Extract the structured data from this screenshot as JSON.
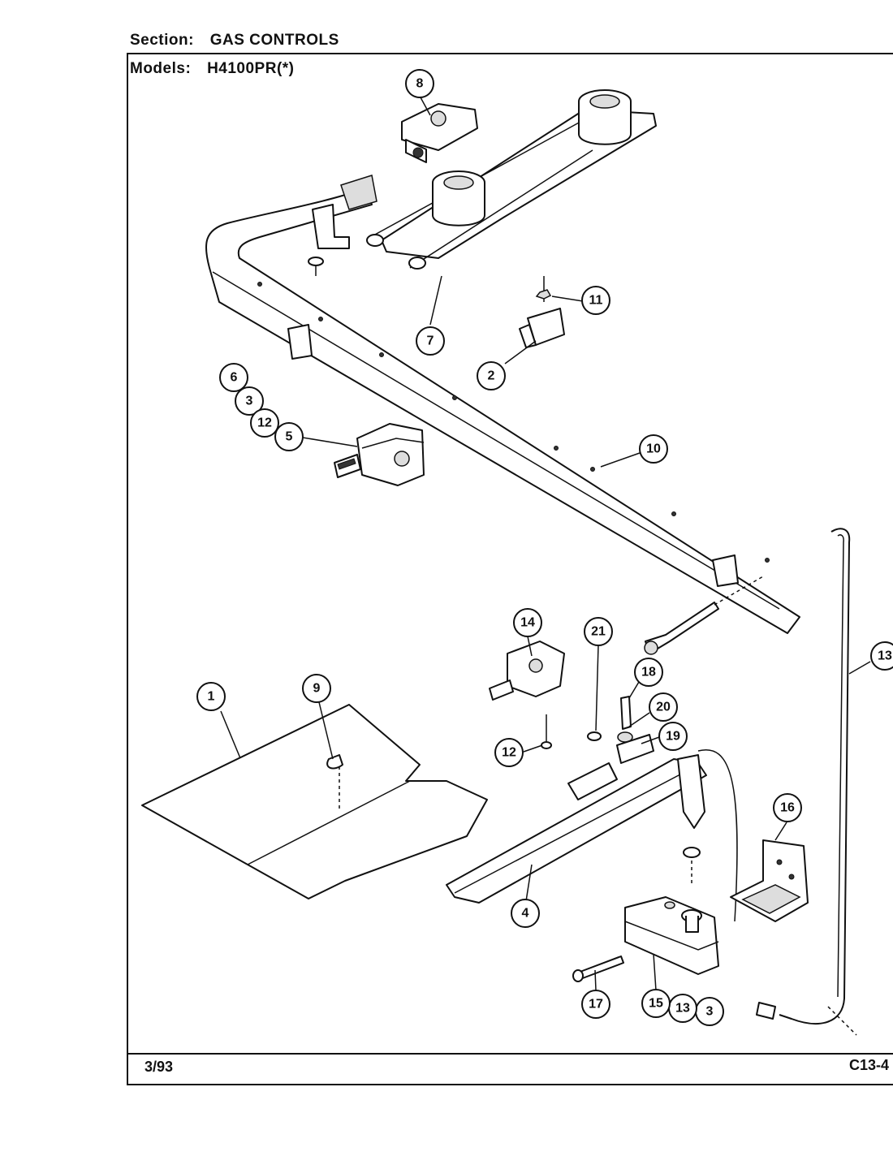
{
  "header": {
    "section_label": "Section:",
    "section_value": "GAS CONTROLS",
    "models_label": "Models:",
    "models_value": "H4100PR(*)"
  },
  "footer": {
    "date": "3/93",
    "code": "C13-4"
  },
  "callouts": {
    "c1": "1",
    "c2": "2",
    "c3a": "3",
    "c3b": "3",
    "c4": "4",
    "c5": "5",
    "c6": "6",
    "c7": "7",
    "c8": "8",
    "c9": "9",
    "c10": "10",
    "c11": "11",
    "c12a": "12",
    "c12b": "12",
    "c13a": "13",
    "c13b": "13",
    "c14": "14",
    "c15": "15",
    "c16": "16",
    "c17": "17",
    "c18": "18",
    "c19": "19",
    "c20": "20",
    "c21": "21"
  }
}
